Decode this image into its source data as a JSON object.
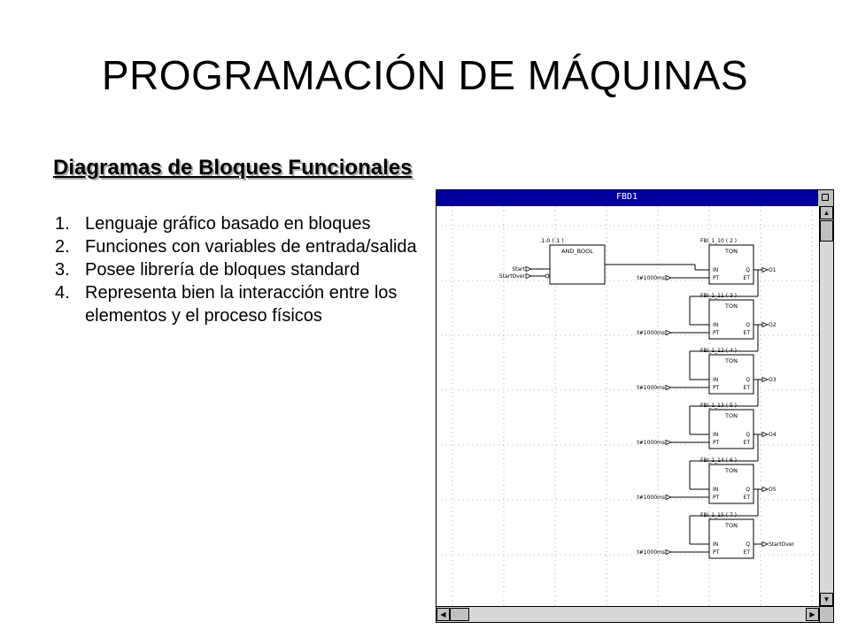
{
  "slide": {
    "title": "PROGRAMACIÓN DE MÁQUINAS",
    "subtitle": "Diagramas de Bloques Funcionales",
    "points": [
      {
        "num": "1.",
        "text": "Lenguaje gráfico basado en bloques"
      },
      {
        "num": "2.",
        "text": "Funciones con variables de entrada/salida"
      },
      {
        "num": "3.",
        "text": "Posee librería de bloques standard"
      },
      {
        "num": "4.",
        "text": "Representa bien la interacción entre los elementos y el proceso físicos"
      }
    ]
  },
  "window": {
    "title": "FBD1"
  },
  "diagram": {
    "and_block": {
      "instance": ".1.0 ( 1 )",
      "type": "AND_BOOL"
    },
    "inputs": [
      "Start",
      "StartOver"
    ],
    "timer_type": "TON",
    "pin_in": "IN",
    "pin_pt": "PT",
    "pin_q": "Q",
    "pin_et": "ET",
    "preset": "t#1000ms",
    "timers": [
      {
        "instance": "FBI_1_10 ( 2 )",
        "output": "O1"
      },
      {
        "instance": "FBI_1_11 ( 3 )",
        "output": "O2"
      },
      {
        "instance": "FBI_1_12 ( 4 )",
        "output": "O3"
      },
      {
        "instance": "FBI_1_13 ( 5 )",
        "output": "O4"
      },
      {
        "instance": "FBI_1_14 ( 6 )",
        "output": "O5"
      },
      {
        "instance": "FBI_1_15 ( 7 )",
        "output": "StartOver"
      }
    ]
  }
}
